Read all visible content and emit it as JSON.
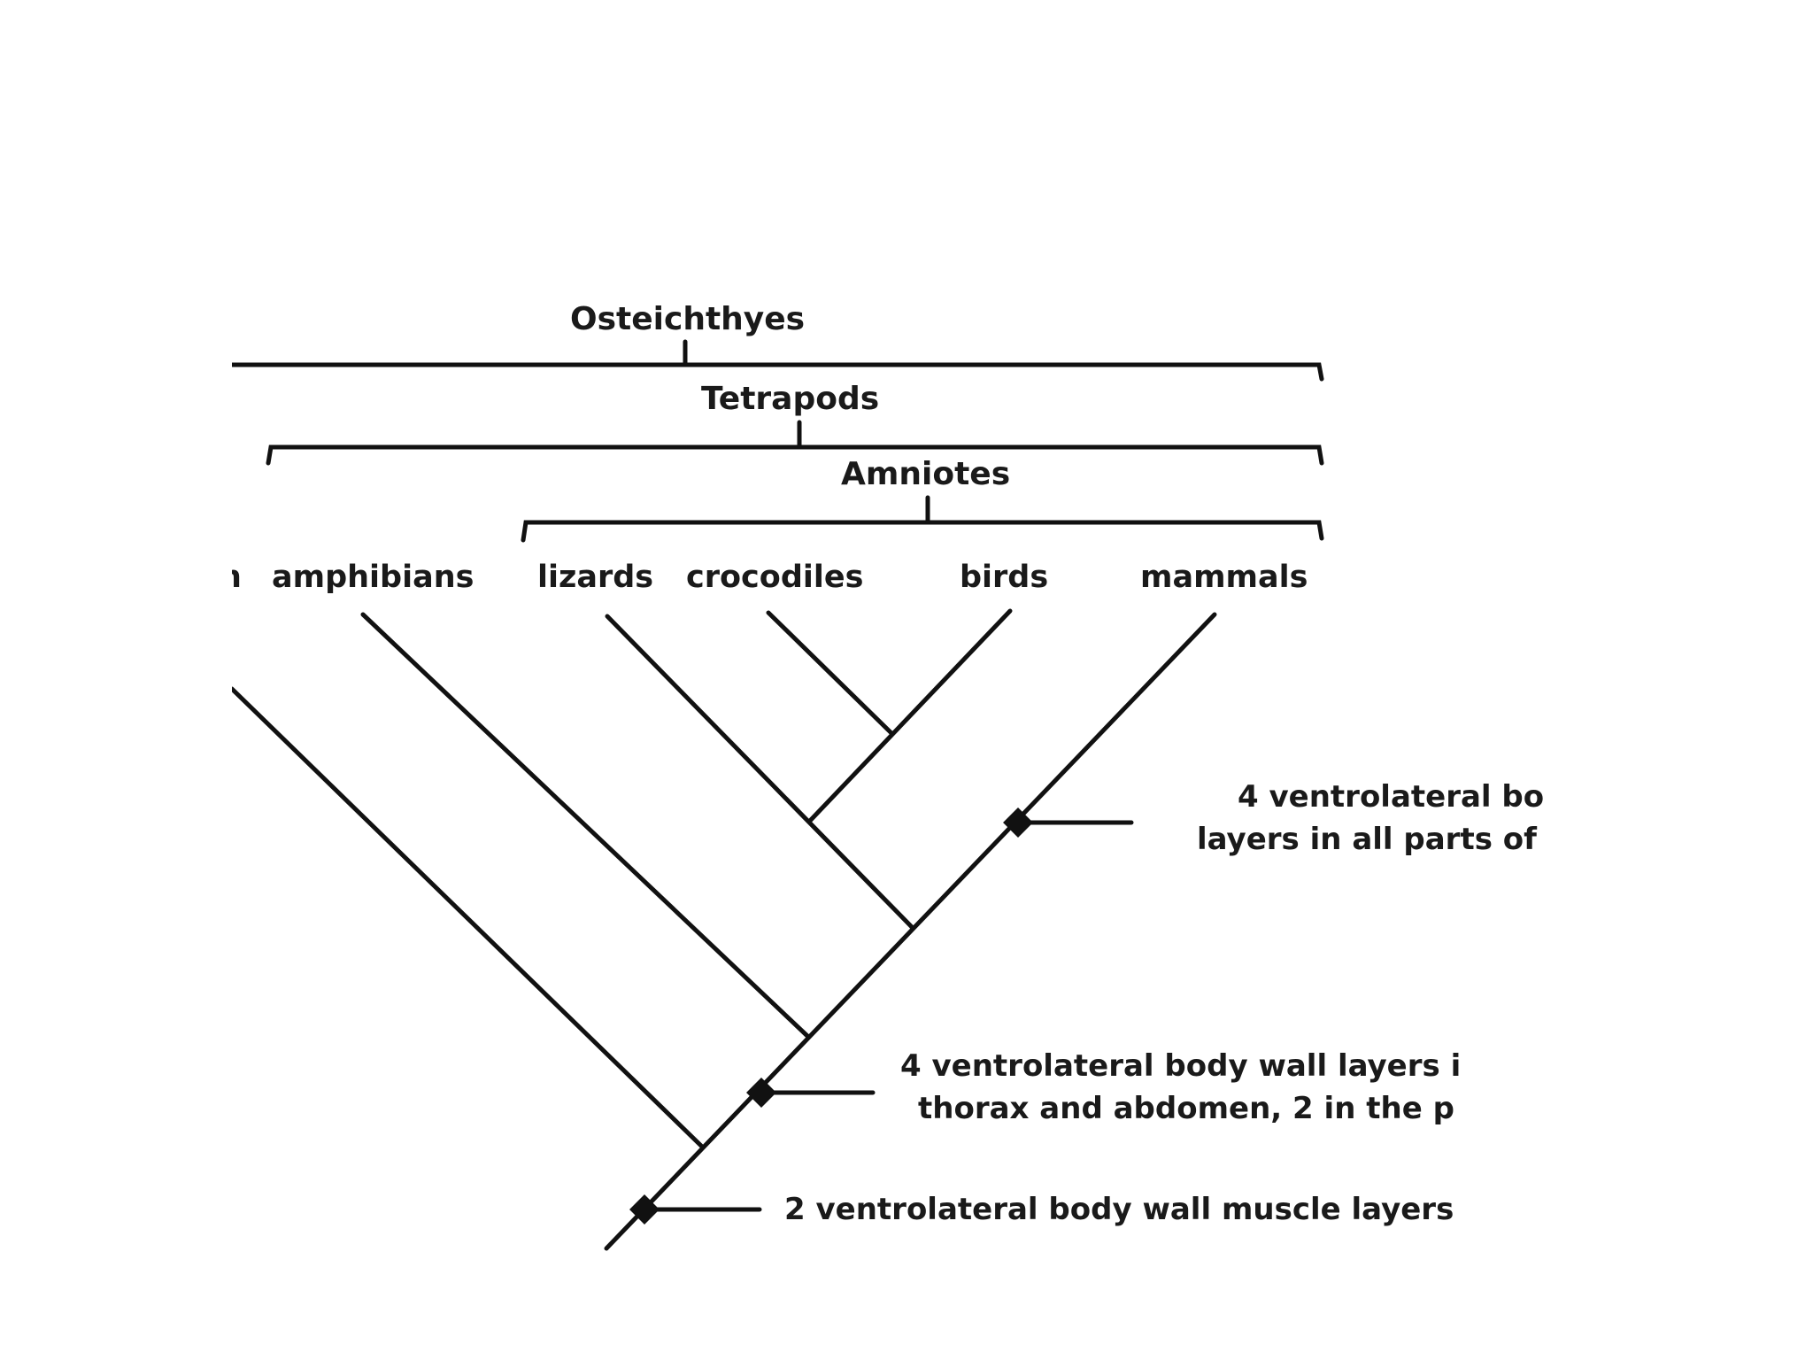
{
  "clades": {
    "osteichthyes": "Osteichthyes",
    "tetrapods": "Tetrapods",
    "amniotes": "Amniotes"
  },
  "taxa": {
    "cut_left": "n",
    "amphibians": "amphibians",
    "lizards": "lizards",
    "crocodiles": "crocodiles",
    "birds": "birds",
    "mammals": "mammals"
  },
  "characters": {
    "two_layers": "2 ventrolateral body wall muscle layers",
    "four_layers_thorax_line1": "4 ventrolateral body wall layers i",
    "four_layers_thorax_line2": "thorax and abdomen, 2 in the p",
    "four_layers_all_line1": "4 ventrolateral bo",
    "four_layers_all_line2": "layers in all parts of"
  },
  "colors": {
    "line": "#111111",
    "text": "#1a1a1a",
    "background": "#ffffff"
  }
}
